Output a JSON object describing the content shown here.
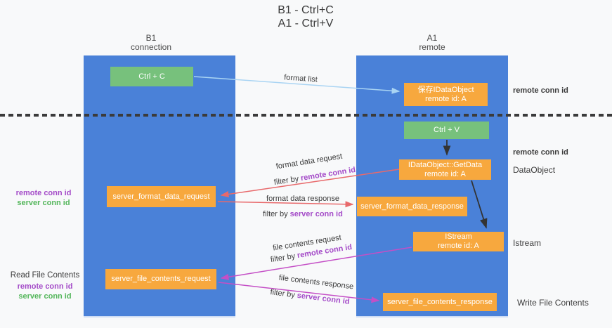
{
  "title": {
    "line1": "B1 - Ctrl+C",
    "line2": "A1 - Ctrl+V"
  },
  "lifelines": {
    "left": {
      "name": "B1",
      "role": "connection"
    },
    "right": {
      "name": "A1",
      "role": "remote"
    }
  },
  "boxes": {
    "ctrl_c": {
      "label": "Ctrl + C"
    },
    "save_dataobject": {
      "line1": "保存IDataObject",
      "line2": "remote id: A"
    },
    "ctrl_v": {
      "label": "Ctrl + V"
    },
    "getdata": {
      "line1": "IDataObject::GetData",
      "line2": "remote id: A"
    },
    "istream": {
      "line1": "IStream",
      "line2": "remote id: A"
    },
    "server_format_data_request": {
      "label": "server_format_data_request"
    },
    "server_format_data_response": {
      "label": "server_format_data_response"
    },
    "server_file_contents_request": {
      "label": "server_file_contents_request"
    },
    "server_file_contents_response": {
      "label": "server_file_contents_response"
    }
  },
  "flow_labels": {
    "format_list": "format list",
    "format_data_request": "format data request",
    "format_data_response": "format data response",
    "file_contents_request": "file contents request",
    "file_contents_response": "file contents response",
    "filter_by": "filter by",
    "remote_conn_id": "remote conn id",
    "server_conn_id": "server conn id"
  },
  "annotations": {
    "remote_conn_id": "remote conn id",
    "server_conn_id": "server conn id",
    "dataobject": "DataObject",
    "istream": "Istream",
    "read_file_contents": "Read File Contents",
    "write_file_contents": "Write File Contents"
  },
  "colors": {
    "lifeline_blue": "#4a81d8",
    "action_green": "#77c17c",
    "message_orange": "#f7a83e",
    "request_arrow_red": "#e8696b",
    "file_arrow_magenta": "#c44fc6",
    "format_list_arrow_blue": "#a9d4f3",
    "remote_id_purple": "#a44bc8",
    "server_id_green": "#53b65a"
  }
}
